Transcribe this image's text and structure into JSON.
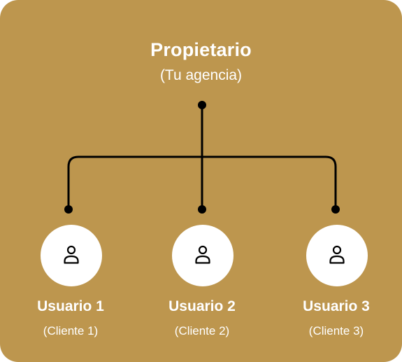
{
  "owner": {
    "title": "Propietario",
    "subtitle": "(Tu agencia)"
  },
  "users": [
    {
      "name": "Usuario 1",
      "role": "(Cliente 1)",
      "icon": "user-icon"
    },
    {
      "name": "Usuario 2",
      "role": "(Cliente 2)",
      "icon": "user-icon"
    },
    {
      "name": "Usuario 3",
      "role": "(Cliente 3)",
      "icon": "user-icon"
    }
  ],
  "colors": {
    "background": "#bd964e",
    "connector": "#000000",
    "node_fill": "#ffffff",
    "text": "#ffffff"
  }
}
